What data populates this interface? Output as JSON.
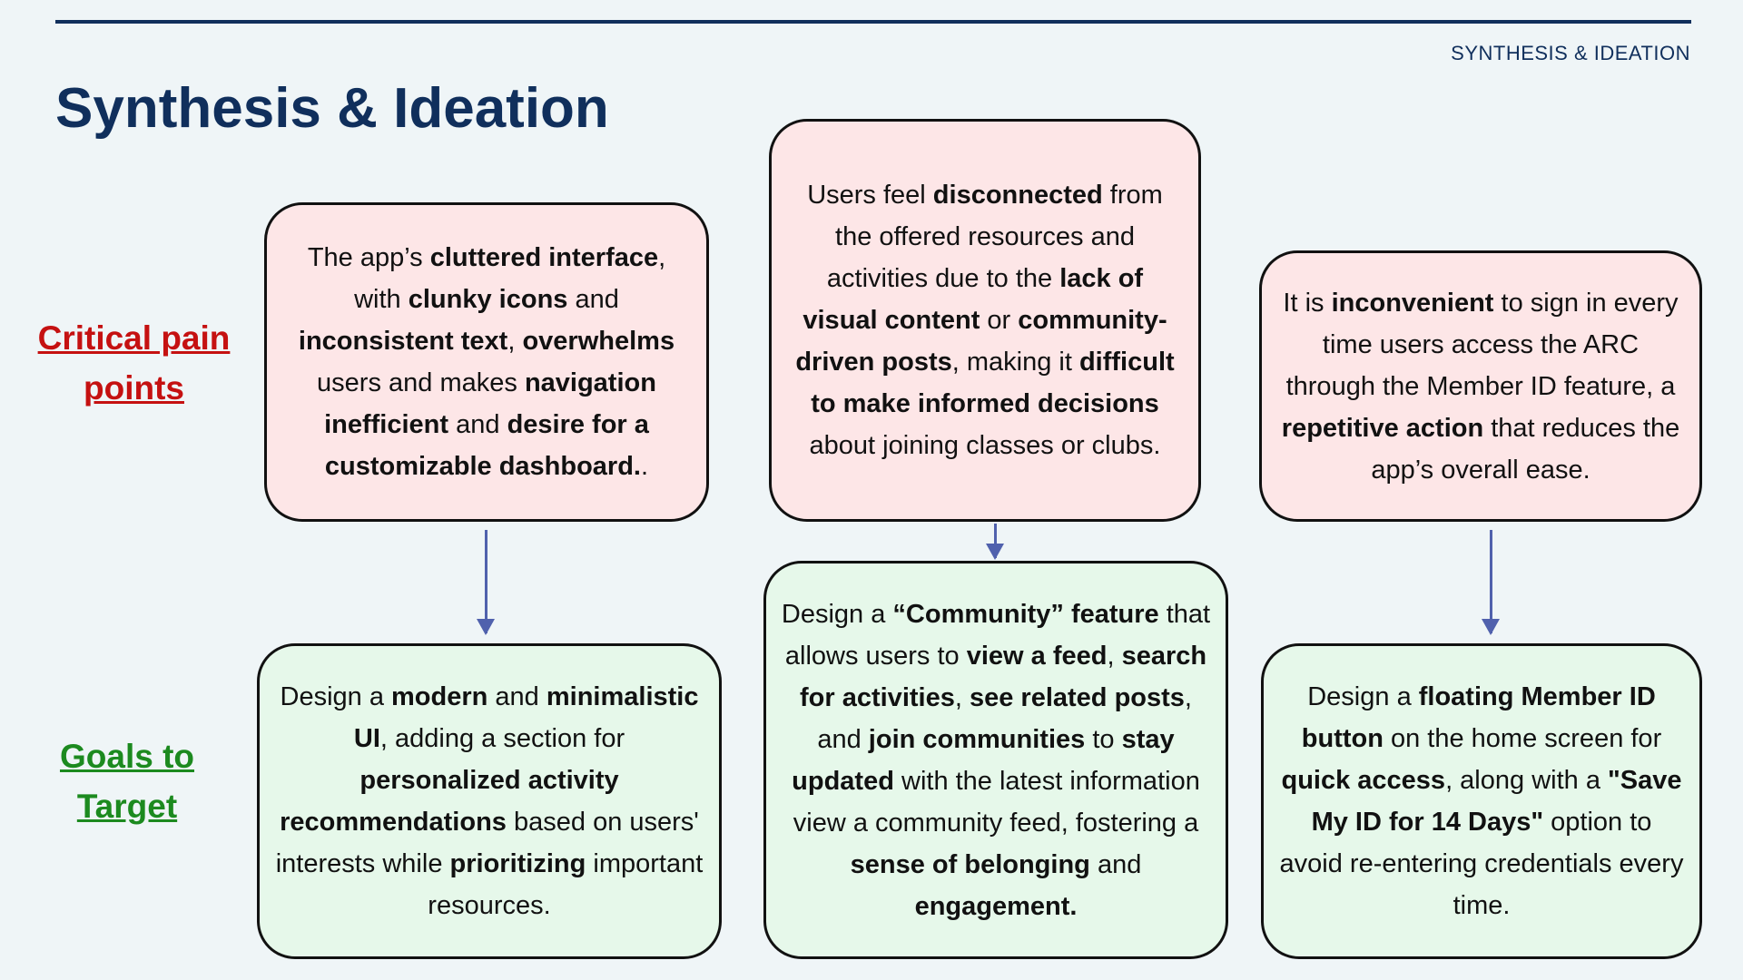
{
  "header": {
    "section_label": "SYNTHESIS & IDEATION",
    "title": "Synthesis & Ideation"
  },
  "row_labels": {
    "pain_points": "Critical pain points",
    "goals": "Goals to Target"
  },
  "colors": {
    "navy": "#102f5c",
    "pain_label": "#c51111",
    "goal_label": "#1c8a1f",
    "pain_card_bg": "#fde6e7",
    "goal_card_bg": "#e6f8ea",
    "arrow": "#5061ad"
  },
  "cards": {
    "pain1": [
      {
        "t": "The app’s "
      },
      {
        "t": "cluttered interface",
        "b": true
      },
      {
        "t": ", with "
      },
      {
        "t": "clunky icons",
        "b": true
      },
      {
        "t": " and "
      },
      {
        "t": "inconsistent text",
        "b": true
      },
      {
        "t": ", "
      },
      {
        "t": "overwhelms",
        "b": true
      },
      {
        "t": " users and makes "
      },
      {
        "t": "navigation inefficient",
        "b": true
      },
      {
        "t": " and "
      },
      {
        "t": "desire for a customizable dashboard.",
        "b": true
      },
      {
        "t": "."
      }
    ],
    "pain2": [
      {
        "t": "Users feel "
      },
      {
        "t": "disconnected",
        "b": true
      },
      {
        "t": " from the offered resources and activities due to the "
      },
      {
        "t": "lack of visual content",
        "b": true
      },
      {
        "t": " or "
      },
      {
        "t": "community-driven posts",
        "b": true
      },
      {
        "t": ", making it "
      },
      {
        "t": "difficult to make informed decisions",
        "b": true
      },
      {
        "t": " about joining classes or clubs."
      }
    ],
    "pain3": [
      {
        "t": "It is "
      },
      {
        "t": "inconvenient",
        "b": true
      },
      {
        "t": " to sign in every time users access the ARC through the Member ID feature, a "
      },
      {
        "t": "repetitive action",
        "b": true
      },
      {
        "t": " that reduces the app’s overall ease."
      }
    ],
    "goal1": [
      {
        "t": "Design a "
      },
      {
        "t": "modern",
        "b": true
      },
      {
        "t": " and "
      },
      {
        "t": "minimalistic UI",
        "b": true
      },
      {
        "t": ", adding a section for "
      },
      {
        "t": "personalized activity recommendations",
        "b": true
      },
      {
        "t": " based on users' interests while "
      },
      {
        "t": "prioritizing",
        "b": true
      },
      {
        "t": " important resources."
      }
    ],
    "goal2": [
      {
        "t": "Design a "
      },
      {
        "t": "“Community” feature",
        "b": true
      },
      {
        "t": " that allows users to "
      },
      {
        "t": "view a feed",
        "b": true
      },
      {
        "t": ", "
      },
      {
        "t": "search for activities",
        "b": true
      },
      {
        "t": ", "
      },
      {
        "t": "see related posts",
        "b": true
      },
      {
        "t": ", and "
      },
      {
        "t": "join communities",
        "b": true
      },
      {
        "t": " to "
      },
      {
        "t": "stay updated",
        "b": true
      },
      {
        "t": " with the latest information view a community feed, fostering a "
      },
      {
        "t": "sense of belonging",
        "b": true
      },
      {
        "t": " and "
      },
      {
        "t": "engagement.",
        "b": true
      }
    ],
    "goal3": [
      {
        "t": "Design a "
      },
      {
        "t": "floating Member ID button",
        "b": true
      },
      {
        "t": " on the home screen for "
      },
      {
        "t": "quick access",
        "b": true
      },
      {
        "t": ", along with a "
      },
      {
        "t": "\"Save My ID for 14 Days\"",
        "b": true
      },
      {
        "t": " option to avoid re-entering credentials every time."
      }
    ]
  }
}
